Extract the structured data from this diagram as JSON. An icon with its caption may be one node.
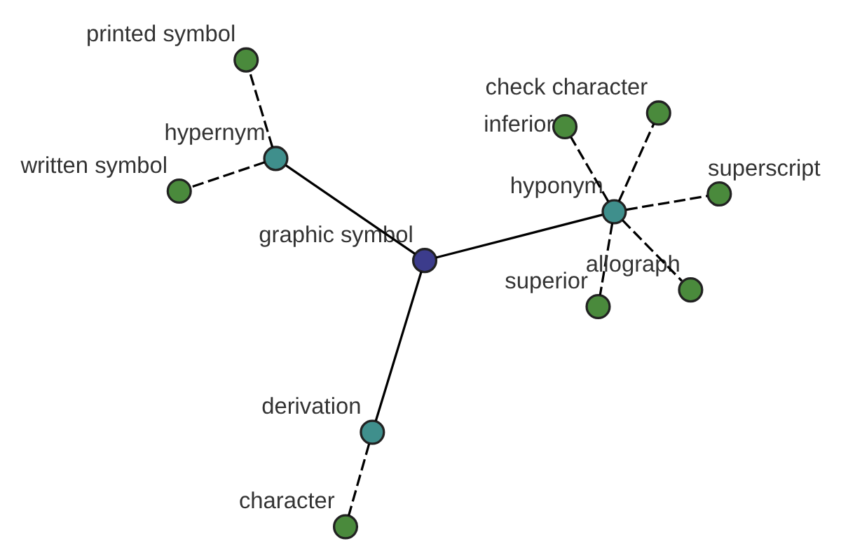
{
  "diagram": {
    "nodes": [
      {
        "text": [
          "graphic symbol"
        ]
      },
      {
        "text": [
          "hyponym"
        ]
      },
      {
        "text": [
          "derivation"
        ]
      },
      {
        "text": [
          "hypernym"
        ]
      },
      {
        "text": [
          "check character"
        ]
      },
      {
        "text": [
          "inferior"
        ]
      },
      {
        "text": [
          "superior"
        ]
      },
      {
        "text": [
          "superscript"
        ]
      },
      {
        "text": [
          "allograph"
        ]
      },
      {
        "text": [
          "character"
        ]
      },
      {
        "text": [
          "written symbol"
        ]
      },
      {
        "text": [
          "printed symbol"
        ]
      }
    ],
    "edges": [
      {
        "from": 0,
        "to": 1,
        "arrow": "none"
      },
      {
        "from": 0,
        "to": 2,
        "arrow": "none"
      },
      {
        "from": 0,
        "to": 3,
        "arrow": "none"
      },
      {
        "from": 1,
        "to": 4,
        "arrow": "none",
        "style": "dashed"
      },
      {
        "from": 1,
        "to": 5,
        "arrow": "none",
        "style": "dashed"
      },
      {
        "from": 1,
        "to": 6,
        "arrow": "none",
        "style": "dashed"
      },
      {
        "from": 1,
        "to": 7,
        "arrow": "none",
        "style": "dashed"
      },
      {
        "from": 1,
        "to": 8,
        "arrow": "none",
        "style": "dashed"
      },
      {
        "from": 2,
        "to": 9,
        "arrow": "none",
        "style": "dashed"
      },
      {
        "from": 3,
        "to": 10,
        "arrow": "none",
        "style": "dashed"
      },
      {
        "from": 3,
        "to": 11,
        "arrow": "none",
        "style": "dashed"
      }
    ]
  }
}
